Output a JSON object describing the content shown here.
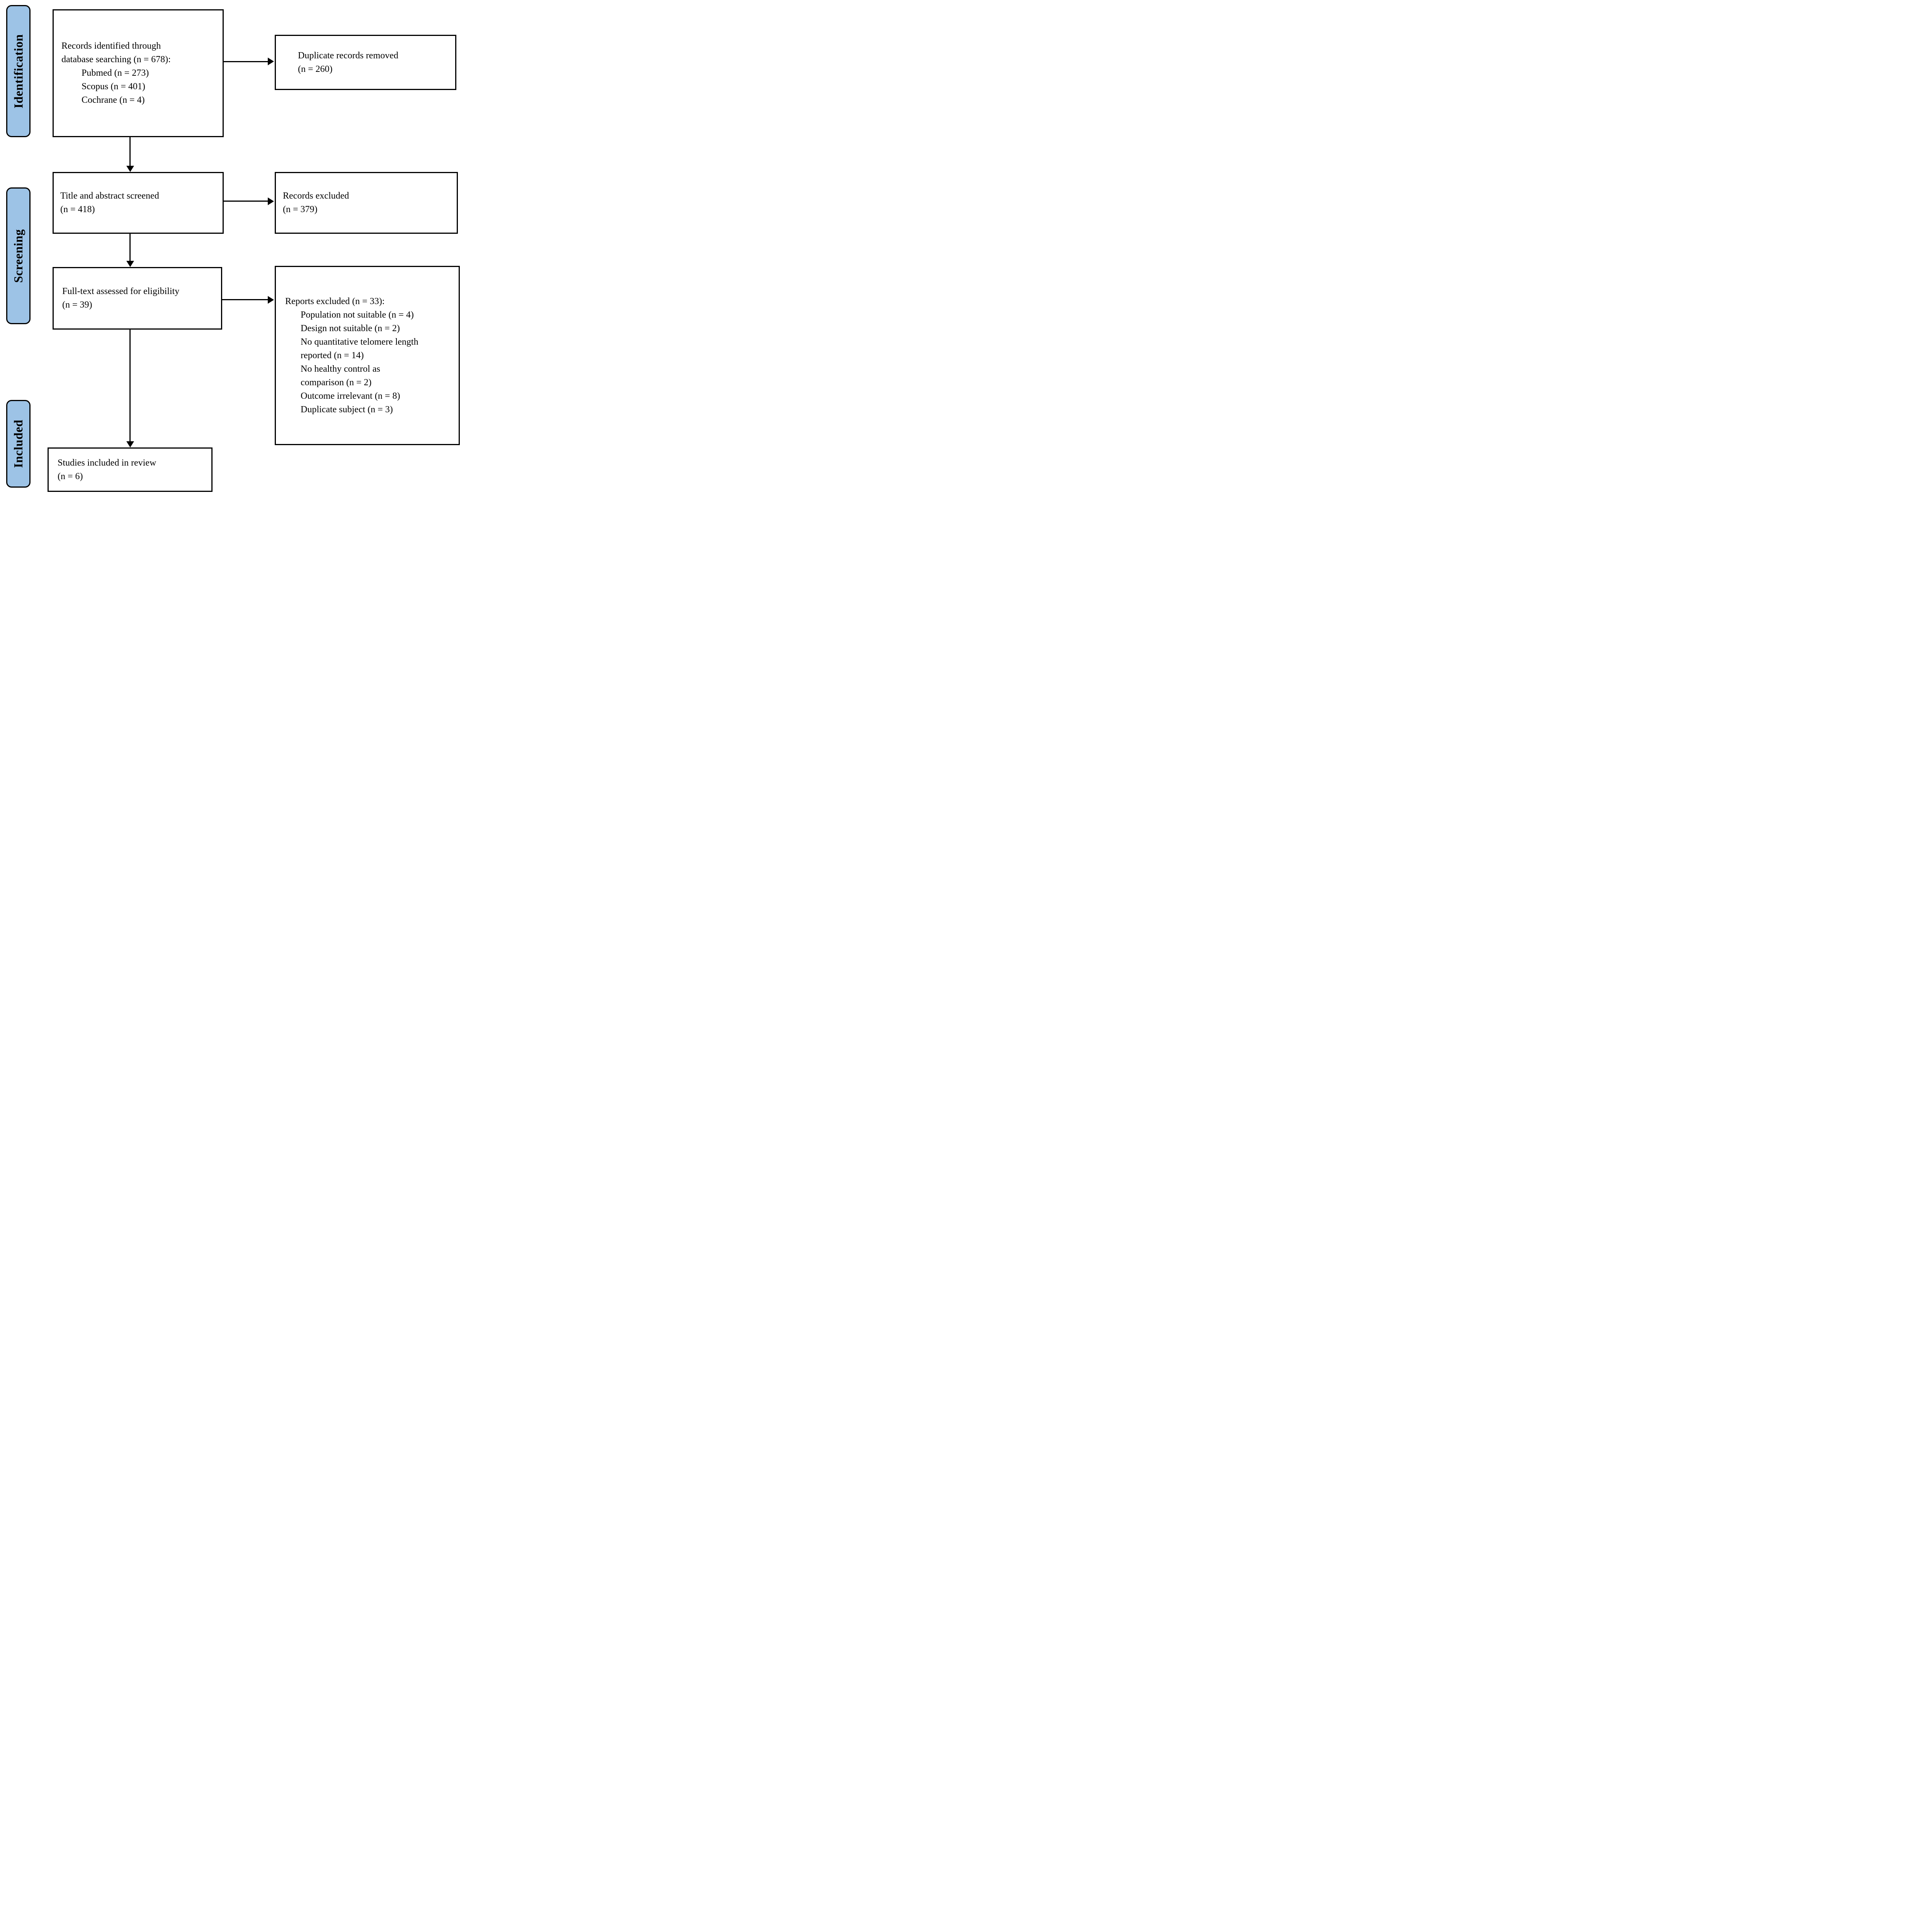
{
  "figure": {
    "type": "prisma-flow-diagram",
    "background": "#FFFFFF",
    "colors": {
      "stage_fill": "#9DC3E6",
      "border": "#000000",
      "text": "#000000"
    },
    "stages": [
      {
        "label": "Identification"
      },
      {
        "label": "Screening"
      },
      {
        "label": "Included"
      }
    ],
    "boxes": {
      "records_identified": {
        "lines": [
          "Records identified through",
          "database searching (n = 678):",
          "Pubmed (n = 273)",
          "Scopus (n = 401)",
          "Cochrane (n = 4)"
        ]
      },
      "duplicates_removed": {
        "lines": [
          "Duplicate records removed",
          "(n = 260)"
        ]
      },
      "title_abstract_screened": {
        "lines": [
          "Title and abstract screened",
          "(n = 418)"
        ]
      },
      "records_excluded": {
        "lines": [
          "Records excluded",
          "(n = 379)"
        ]
      },
      "fulltext_assessed": {
        "lines": [
          "Full-text assessed for eligibility",
          "(n = 39)"
        ]
      },
      "reports_excluded": {
        "lines": [
          "Reports excluded (n = 33):",
          "Population not suitable (n = 4)",
          "Design not suitable (n = 2)",
          "No quantitative telomere length",
          "reported (n = 14)",
          "No healthy control as",
          "comparison (n = 2)",
          "Outcome irrelevant (n = 8)",
          "Duplicate subject (n = 3)"
        ]
      },
      "studies_included": {
        "lines": [
          "Studies included in review",
          "(n = 6)"
        ]
      }
    }
  }
}
